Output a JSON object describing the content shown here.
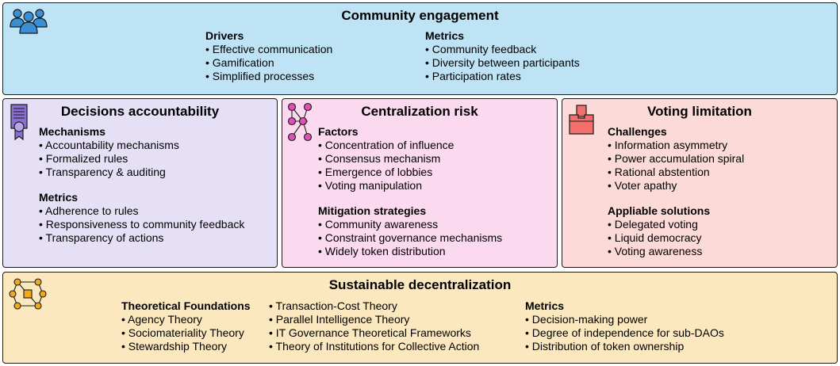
{
  "community": {
    "title": "Community engagement",
    "colors": {
      "fill": "#bde3f5",
      "icon": "#3a8fd4"
    },
    "drivers": {
      "heading": "Drivers",
      "items": [
        "Effective communication",
        "Gamification",
        "Simplified processes"
      ]
    },
    "metrics": {
      "heading": "Metrics",
      "items": [
        "Community feedback",
        "Diversity between participants",
        "Participation rates"
      ]
    }
  },
  "decisions": {
    "title": "Decisions accountability",
    "colors": {
      "fill": "#e6e0f7",
      "icon": "#8a6fd1"
    },
    "mechanisms": {
      "heading": "Mechanisms",
      "items": [
        "Accountability mechanisms",
        "Formalized rules",
        "Transparency & auditing"
      ]
    },
    "metrics": {
      "heading": "Metrics",
      "items": [
        "Adherence to rules",
        "Responsiveness to community feedback",
        "Transparency of actions"
      ]
    }
  },
  "centralization": {
    "title": "Centralization risk",
    "colors": {
      "fill": "#fbd9ee",
      "icon": "#e04fb5"
    },
    "factors": {
      "heading": "Factors",
      "items": [
        "Concentration of influence",
        "Consensus mechanism",
        "Emergence of lobbies",
        "Voting manipulation"
      ]
    },
    "mitigation": {
      "heading": "Mitigation strategies",
      "items": [
        "Community awareness",
        "Constraint governance mechanisms",
        "Widely token distribution"
      ]
    }
  },
  "voting": {
    "title": "Voting limitation",
    "colors": {
      "fill": "#fbdad8",
      "icon": "#f26f6c"
    },
    "challenges": {
      "heading": "Challenges",
      "items": [
        "Information asymmetry",
        "Power accumulation spiral",
        "Rational abstention",
        "Voter apathy"
      ]
    },
    "solutions": {
      "heading": "Appliable solutions",
      "items": [
        "Delegated voting",
        "Liquid democracy",
        "Voting awareness"
      ]
    }
  },
  "sustainable": {
    "title": "Sustainable decentralization",
    "colors": {
      "fill": "#fbe8bf",
      "icon": "#f0a81c"
    },
    "foundations": {
      "heading": "Theoretical Foundations",
      "items": [
        "Agency Theory",
        "Sociomateriality Theory",
        "Stewardship Theory"
      ]
    },
    "theories": {
      "items": [
        "Transaction-Cost Theory",
        "Parallel Intelligence Theory",
        "IT Governance Theoretical Frameworks",
        "Theory of Institutions for Collective Action"
      ]
    },
    "metrics": {
      "heading": "Metrics",
      "items": [
        "Decision-making power",
        "Degree of independence for sub-DAOs",
        "Distribution of token ownership"
      ]
    }
  }
}
